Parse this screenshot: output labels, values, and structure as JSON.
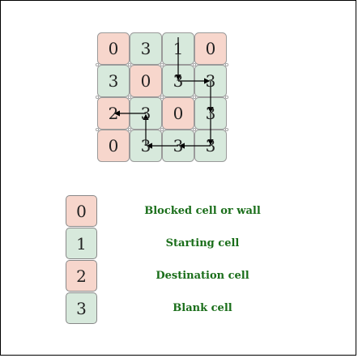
{
  "colors": {
    "blocked": "#f7d6cc",
    "open": "#d7e9dc",
    "cell_border": "#9a9a9a",
    "arrow": "#000000",
    "label_text": "#1a6e1a"
  },
  "grid": {
    "rows": [
      [
        "0",
        "3",
        "1",
        "0"
      ],
      [
        "3",
        "0",
        "3",
        "3"
      ],
      [
        "2",
        "3",
        "0",
        "3"
      ],
      [
        "0",
        "3",
        "3",
        "3"
      ]
    ],
    "path": [
      [
        0,
        2
      ],
      [
        1,
        2
      ],
      [
        1,
        3
      ],
      [
        2,
        3
      ],
      [
        3,
        3
      ],
      [
        3,
        2
      ],
      [
        3,
        1
      ],
      [
        2,
        1
      ],
      [
        2,
        0
      ]
    ]
  },
  "legend": [
    {
      "value": "0",
      "label": "Blocked cell or wall",
      "kind": "blocked"
    },
    {
      "value": "1",
      "label": "Starting cell",
      "kind": "open"
    },
    {
      "value": "2",
      "label": "Destination cell",
      "kind": "blocked"
    },
    {
      "value": "3",
      "label": "Blank cell",
      "kind": "open"
    }
  ]
}
